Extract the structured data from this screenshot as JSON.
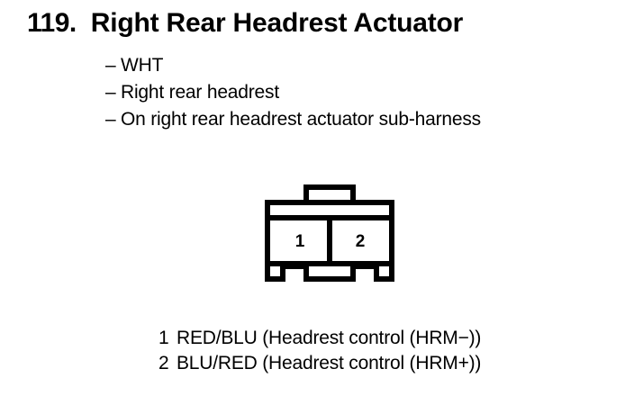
{
  "page": {
    "background_color": "#ffffff",
    "ink_color": "#000000"
  },
  "title": {
    "number": "119.",
    "text": "Right Rear Headrest Actuator"
  },
  "description": {
    "bullet_char": "–",
    "lines": [
      "WHT",
      "Right rear headrest",
      "On right rear headrest actuator sub-harness"
    ]
  },
  "connector": {
    "cavity_count": 2,
    "pin_labels": [
      "1",
      "2"
    ],
    "outline_color": "#000000",
    "fill_color": "#ffffff"
  },
  "pin_legend": [
    {
      "number": "1",
      "description": "RED/BLU (Headrest control (HRM−))"
    },
    {
      "number": "2",
      "description": "BLU/RED (Headrest control (HRM+))"
    }
  ]
}
